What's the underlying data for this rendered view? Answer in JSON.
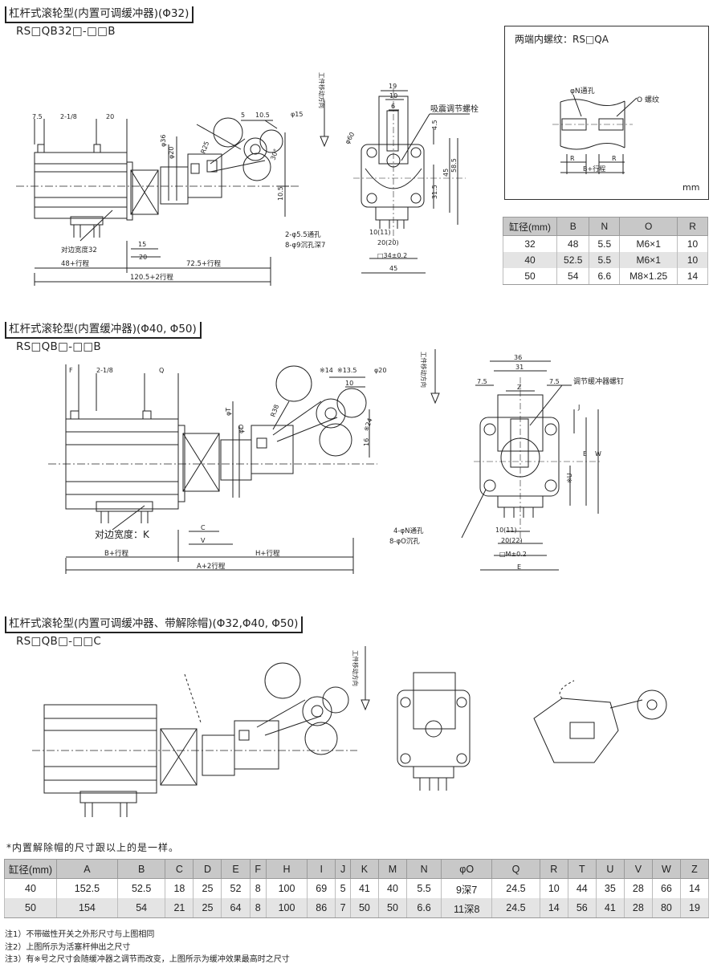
{
  "section1": {
    "title": "杠杆式滚轮型(内置可调缓冲器)(Φ32)",
    "code": "RS□QB32□-□□B",
    "side_dims": {
      "d7_5": "7.5",
      "d2_1_8": "2-1/8",
      "d20": "20",
      "d5": "5",
      "d10_5": "10.5",
      "phi15": "φ15",
      "phi36": "φ36",
      "phi20": "φ20",
      "r25": "R25",
      "a30": "30°",
      "d10_5v": "10.5",
      "flats": "对边宽度32",
      "d15": "15",
      "d20b": "20",
      "b48": "48+行程",
      "b72": "72.5+行程",
      "b120": "120.5+2行程"
    },
    "direction": "工件移动方向",
    "front_dims": {
      "d19": "19",
      "d10": "10",
      "d6": "6",
      "label_screw": "吸震调节螺栓",
      "phi60": "φ60",
      "d4_5": "4.5",
      "d45v": "45",
      "d58_5": "58.5",
      "d31_5": "31.5",
      "holes1": "2-φ5.5通孔",
      "holes2": "8-φ9沉孔深7",
      "d10_11": "10(11)",
      "d20_20": "20(20)",
      "sq34": "□34±0.2",
      "d45": "45"
    }
  },
  "thread_box": {
    "title": "两端内螺纹：RS□QA",
    "phiN": "φN通孔",
    "othread": "O 螺纹",
    "r1": "R",
    "r2": "R",
    "b_stroke": "B+行程",
    "unit": "mm"
  },
  "table1": {
    "headers": [
      "缸径(mm)",
      "B",
      "N",
      "O",
      "R"
    ],
    "rows": [
      [
        "32",
        "48",
        "5.5",
        "M6×1",
        "10"
      ],
      [
        "40",
        "52.5",
        "5.5",
        "M6×1",
        "10"
      ],
      [
        "50",
        "54",
        "6.6",
        "M8×1.25",
        "14"
      ]
    ]
  },
  "section2": {
    "title": "杠杆式滚轮型(内置缓冲器)(Φ40, Φ50)",
    "code": "RS□QB□-□□B",
    "side_dims": {
      "F": "F",
      "d2_1_8": "2-1/8",
      "Q": "Q",
      "phiT": "φT",
      "phiD": "φD",
      "r38": "R38",
      "phi14": "※14",
      "d13_5": "※13.5",
      "phi20": "φ20",
      "d10": "10",
      "d24": "※24",
      "d16": "16",
      "flats": "对边宽度：K",
      "C": "C",
      "V": "V",
      "B": "B+行程",
      "H": "H+行程",
      "A": "A+2行程"
    },
    "direction": "工件移动方向",
    "front_dims": {
      "d36": "36",
      "d31": "31",
      "d7_5a": "7.5",
      "Z": "Z",
      "d7_5b": "7.5",
      "label_screw": "调节缓冲器螺钉",
      "J": "J",
      "E_v": "E",
      "W": "W",
      "U": "※U",
      "holes1": "4-φN通孔",
      "holes2": "8-φO沉孔",
      "d10_11": "10(11)",
      "d20_22": "20(22)",
      "sqM": "□M±0.2",
      "E": "E"
    }
  },
  "section3": {
    "title": "杠杆式滚轮型(内置可调缓冲器、带解除帽)(Φ32,Φ40, Φ50)",
    "code": "RS□QB□-□□C",
    "direction": "工件移动方向",
    "note_star": "*内置解除帽的尺寸跟以上的是一样。"
  },
  "table2": {
    "headers": [
      "缸径(mm)",
      "A",
      "B",
      "C",
      "D",
      "E",
      "F",
      "H",
      "I",
      "J",
      "K",
      "M",
      "N",
      "φO",
      "Q",
      "R",
      "T",
      "U",
      "V",
      "W",
      "Z"
    ],
    "rows": [
      [
        "40",
        "152.5",
        "52.5",
        "18",
        "25",
        "52",
        "8",
        "100",
        "69",
        "5",
        "41",
        "40",
        "5.5",
        "9深7",
        "24.5",
        "10",
        "44",
        "35",
        "28",
        "66",
        "14"
      ],
      [
        "50",
        "154",
        "54",
        "21",
        "25",
        "64",
        "8",
        "100",
        "86",
        "7",
        "50",
        "50",
        "6.6",
        "11深8",
        "24.5",
        "14",
        "56",
        "41",
        "28",
        "80",
        "19"
      ]
    ]
  },
  "notes": [
    "注1）不带磁性开关之外形尺寸与上图相同",
    "注2）上图所示为活塞杆伸出之尺寸",
    "注3）有※号之尺寸会随缓冲器之调节而改变，上图所示为缓冲效果最高时之尺寸"
  ]
}
